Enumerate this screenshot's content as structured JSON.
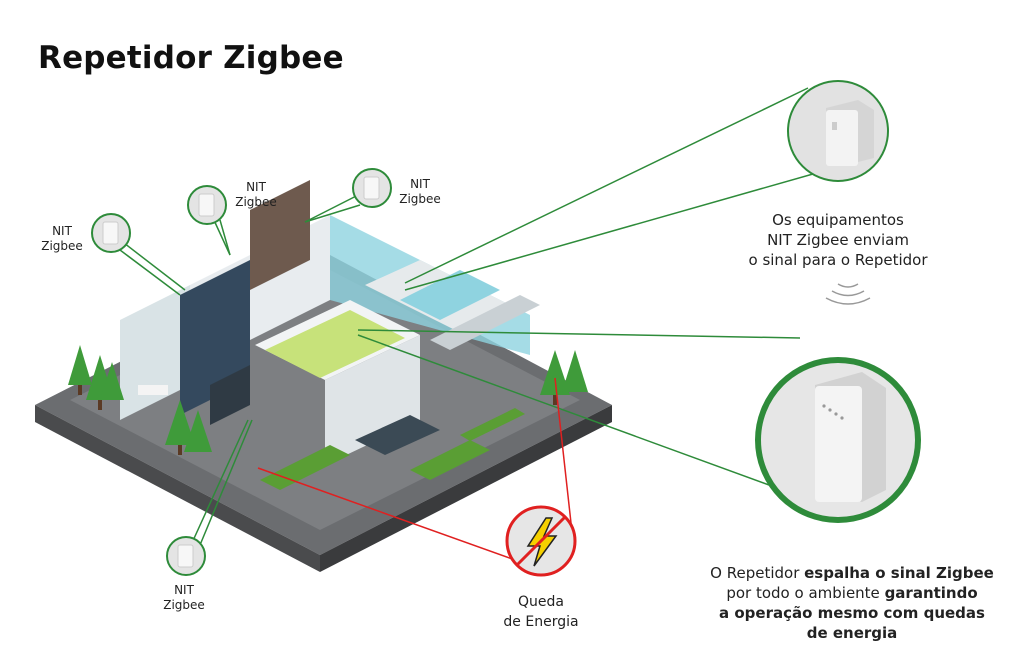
{
  "title": "Repetidor Zigbee",
  "device_labels": [
    {
      "line1": "NIT",
      "line2": "Zigbee"
    },
    {
      "line1": "NIT",
      "line2": "Zigbee"
    },
    {
      "line1": "NIT",
      "line2": "Zigbee"
    },
    {
      "line1": "NIT",
      "line2": "Zigbee"
    }
  ],
  "power_outage": {
    "line1": "Queda",
    "line2": "de Energia"
  },
  "devices_note": {
    "line1": "Os equipamentos",
    "line2": "NIT Zigbee enviam",
    "line3": "o sinal para o Repetidor"
  },
  "repeater_note": {
    "p1": "O Repetidor ",
    "b1": "espalha o sinal Zigbee",
    "p2": "por todo o ambiente ",
    "b2": "garantindo",
    "b3": "a operação mesmo com quedas",
    "b4": "de energia"
  },
  "colors": {
    "green": "#2e8b3a",
    "red": "#e02020",
    "floor": "#6b6d70",
    "wall": "#e8ecef",
    "glass": "#8fd3e0",
    "accent": "#9ccc3c"
  }
}
